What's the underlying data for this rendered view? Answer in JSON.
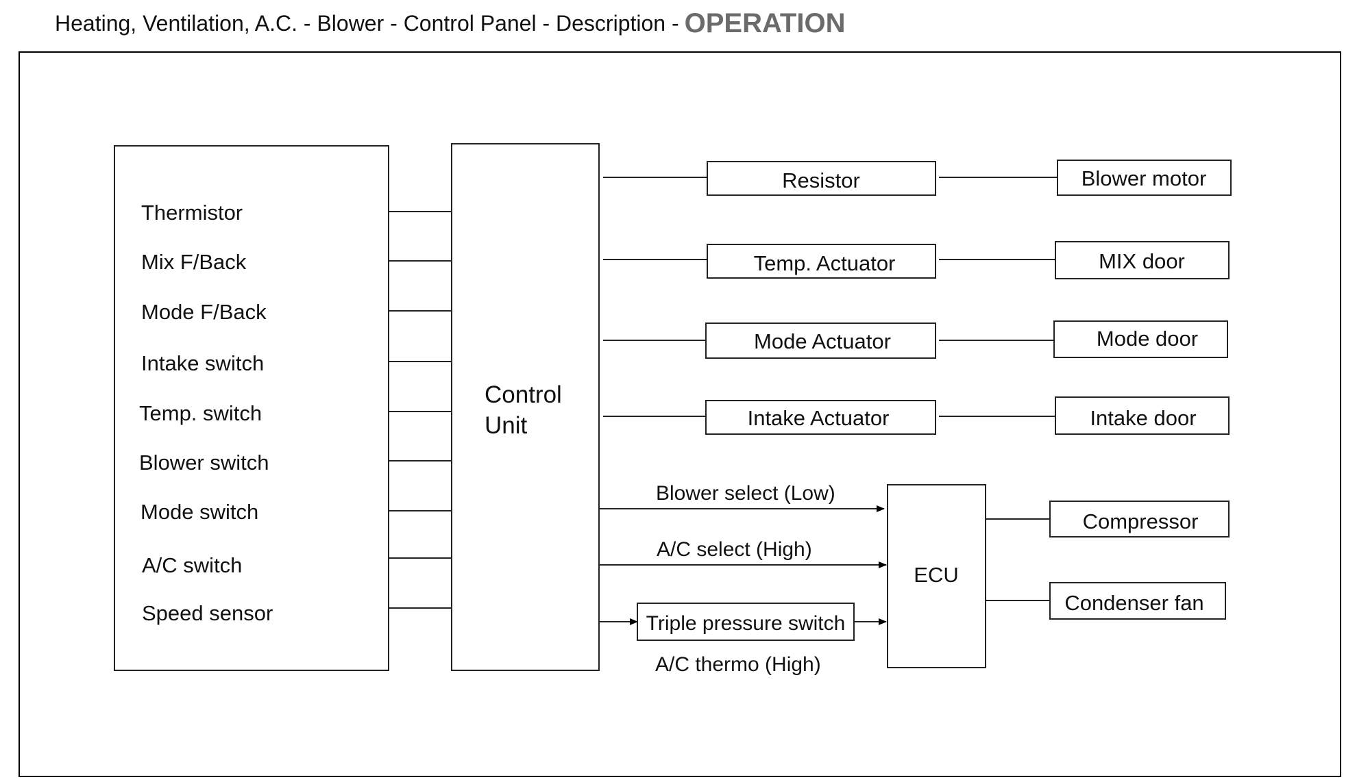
{
  "header": {
    "title": "Heating, Ventilation, A.C. - Blower - Control Panel - Description -",
    "section": "OPERATION"
  },
  "diagram": {
    "inputs": [
      "Thermistor",
      "Mix F/Back",
      "Mode F/Back",
      "Intake switch",
      "Temp. switch",
      "Blower switch",
      "Mode switch",
      "A/C switch",
      "Speed sensor"
    ],
    "control_unit": {
      "line1": "Control",
      "line2": "Unit"
    },
    "actuators": [
      {
        "name": "Resistor",
        "target": "Blower motor"
      },
      {
        "name": "Temp. Actuator",
        "target": "MIX door"
      },
      {
        "name": "Mode Actuator",
        "target": "Mode door"
      },
      {
        "name": "Intake Actuator",
        "target": "Intake door"
      }
    ],
    "signals": {
      "blower_select": "Blower select (Low)",
      "ac_select": "A/C select (High)",
      "triple_pressure_switch": "Triple pressure switch",
      "ac_thermo": "A/C thermo (High)"
    },
    "ecu": {
      "label": "ECU",
      "outputs": [
        "Compressor",
        "Condenser fan"
      ]
    }
  }
}
